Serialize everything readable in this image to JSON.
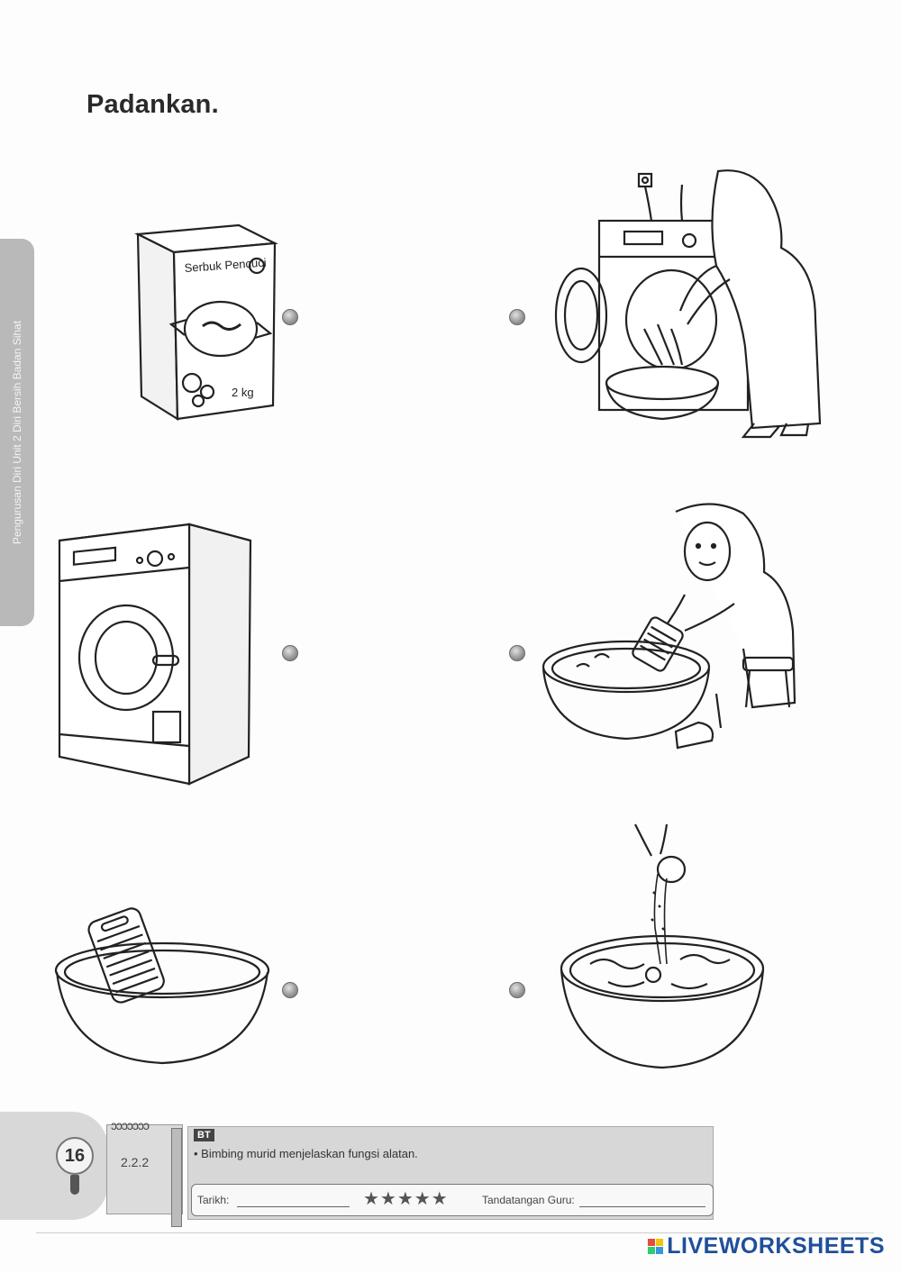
{
  "worksheet": {
    "title": "Padankan.",
    "side_tab": "Pengurusan Diri   Unit 2   Diri Bersih Badan Sihat"
  },
  "left_items": [
    {
      "name": "detergent-box",
      "box_label": "Serbuk Pencuci",
      "weight_label": "2 kg"
    },
    {
      "name": "washing-machine"
    },
    {
      "name": "basin-with-washboard"
    }
  ],
  "right_items": [
    {
      "name": "woman-using-washing-machine"
    },
    {
      "name": "woman-scrubbing-on-washboard"
    },
    {
      "name": "pouring-detergent-into-basin"
    }
  ],
  "footer": {
    "page_number": "16",
    "code": "2.2.2",
    "tag": "BT",
    "guidance": "• Bimbing murid menjelaskan fungsi alatan.",
    "date_label": "Tarikh:",
    "teacher_label": "Tandatangan Guru:",
    "stars": "★★★★★"
  },
  "branding": {
    "logo_text": "LIVEWORKSHEETS",
    "logo_colors": [
      "#e74c3c",
      "#f1c40f",
      "#2ecc71",
      "#3498db"
    ]
  }
}
